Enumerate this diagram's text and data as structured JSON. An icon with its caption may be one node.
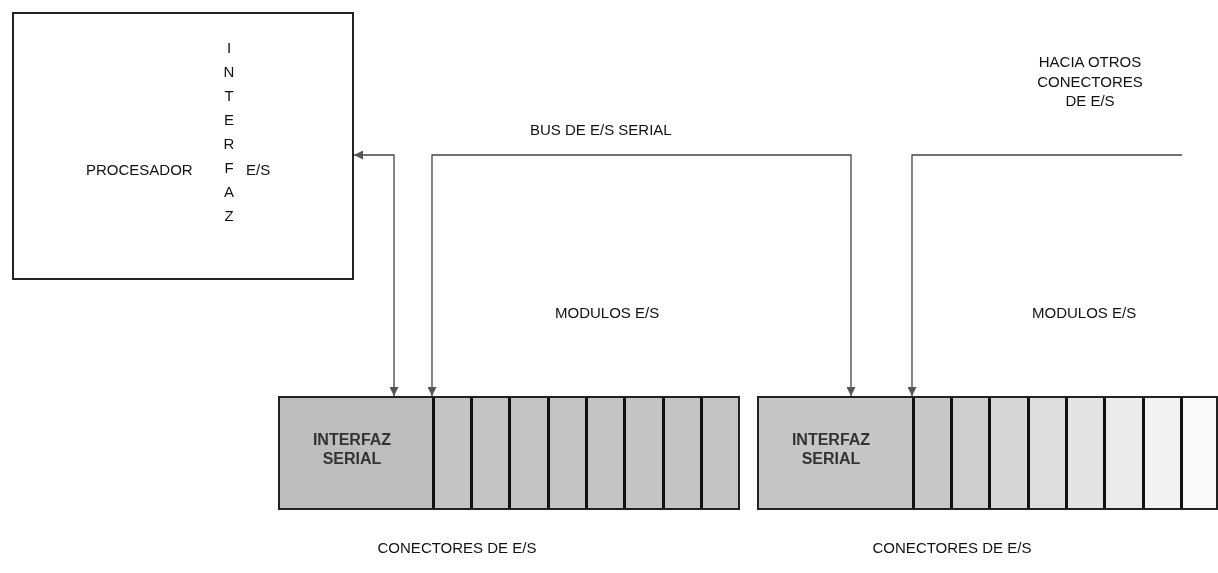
{
  "diagram": {
    "nodes": [
      {
        "text": [
          "PROCESADOR",
          "INTERFAZ",
          "E/S"
        ]
      },
      {
        "text": [],
        "shape": "box",
        "beside": [
          "CONECTORES DE E/S"
        ]
      },
      {
        "text": [
          "INTERFAZ SERIAL"
        ],
        "in": 1
      },
      {
        "text": [],
        "shape": "box",
        "in": 1
      },
      {
        "text": [],
        "shape": "box",
        "in": 1
      },
      {
        "text": [],
        "shape": "box",
        "in": 1
      },
      {
        "text": [],
        "shape": "box",
        "in": 1
      },
      {
        "text": [],
        "shape": "box",
        "in": 1
      },
      {
        "text": [],
        "shape": "box",
        "in": 1
      },
      {
        "text": [],
        "shape": "box",
        "in": 1
      },
      {
        "text": [],
        "shape": "box",
        "in": 1
      },
      {
        "text": [],
        "shape": "box",
        "beside": [
          "CONECTORES DE E/S"
        ]
      },
      {
        "text": [
          "INTERFAZ SERIAL"
        ],
        "in": 11
      },
      {
        "text": [],
        "shape": "box",
        "in": 11
      },
      {
        "text": [],
        "shape": "box",
        "in": 11
      },
      {
        "text": [],
        "shape": "box",
        "in": 11
      },
      {
        "text": [],
        "shape": "box",
        "in": 11
      },
      {
        "text": [],
        "shape": "box",
        "in": 11
      },
      {
        "text": [],
        "shape": "box",
        "in": 11
      },
      {
        "text": [],
        "shape": "box",
        "in": 11
      },
      {
        "text": [],
        "shape": "box",
        "in": 11
      }
    ],
    "edges": [
      {
        "from": 0,
        "to": 2,
        "arrow": "both"
      },
      {
        "from": 3,
        "to": 12,
        "arrow": "both"
      },
      {
        "from": null,
        "to": 13,
        "arrow": "to"
      }
    ],
    "labels": [
      "HACIA OTROS CONECTORES DE E/S",
      "BUS DE E/S SERIAL",
      "MODULOS E/S",
      "MODULOS E/S"
    ]
  }
}
